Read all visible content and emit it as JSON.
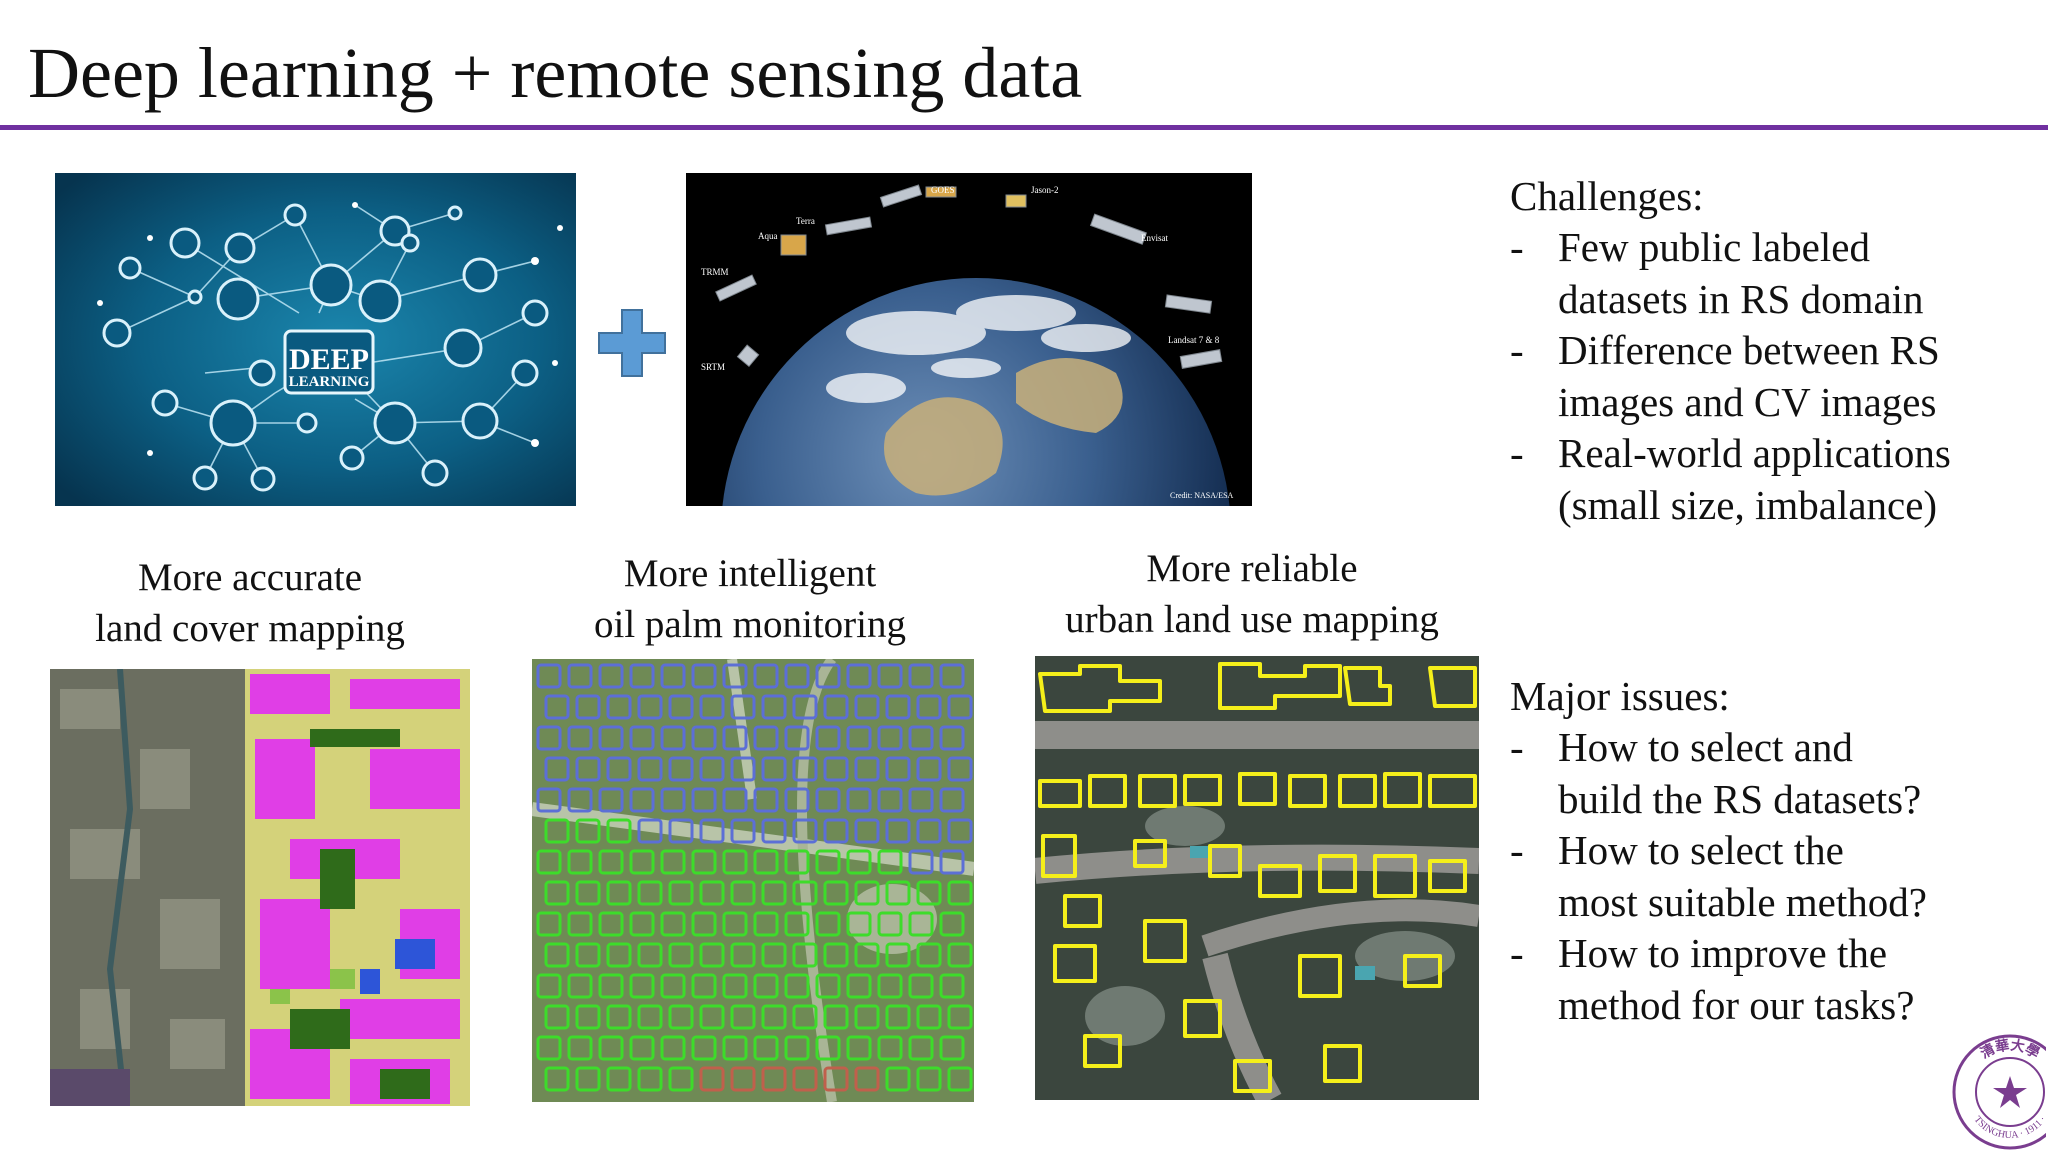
{
  "slide": {
    "title": "Deep learning + remote sensing data",
    "accent_color": "#7030a0"
  },
  "top_images": {
    "deep_learning": {
      "line1": "DEEP",
      "line2": "LEARNING",
      "icons": [
        "brain-icon",
        "robot-icon",
        "award-icon",
        "network-icon",
        "cloud-icon",
        "mail-icon",
        "chat-icon",
        "chart-icon",
        "shield-icon",
        "flask-icon",
        "globe-icon",
        "shuffle-icon",
        "cap-icon",
        "hierarchy-icon",
        "location-icon",
        "cube-icon",
        "microphone-icon",
        "grid-icon"
      ]
    },
    "plus_symbol": "+",
    "satellite_earth": {
      "labels": [
        "GOES",
        "Jason-2",
        "Terra",
        "Aqua",
        "Envisat",
        "TRMM",
        "Landsat 7 & 8",
        "SRTM"
      ],
      "credit": "Credit: NASA/ESA"
    }
  },
  "examples": [
    {
      "line1": "More accurate",
      "line2": "land cover mapping"
    },
    {
      "line1": "More intelligent",
      "line2": "oil palm monitoring"
    },
    {
      "line1": "More reliable",
      "line2": "urban land use mapping"
    }
  ],
  "challenges": {
    "heading": "Challenges:",
    "items": [
      {
        "line1": "Few public labeled",
        "line2": "datasets in RS domain"
      },
      {
        "line1": "Difference between RS",
        "line2": "images and CV images"
      },
      {
        "line1": "Real-world applications",
        "line2": "(small size, imbalance)"
      }
    ]
  },
  "issues": {
    "heading": "Major issues:",
    "items": [
      {
        "line1": "How to select and",
        "line2": "build the RS datasets?"
      },
      {
        "line1": "How to select the",
        "line2": "most suitable method?"
      },
      {
        "line1": "How to improve the",
        "line2": "method for our tasks?"
      }
    ]
  },
  "logo": {
    "top_text": "清華大學",
    "bottom_text": "TSINGHUA · 1911 ·"
  }
}
